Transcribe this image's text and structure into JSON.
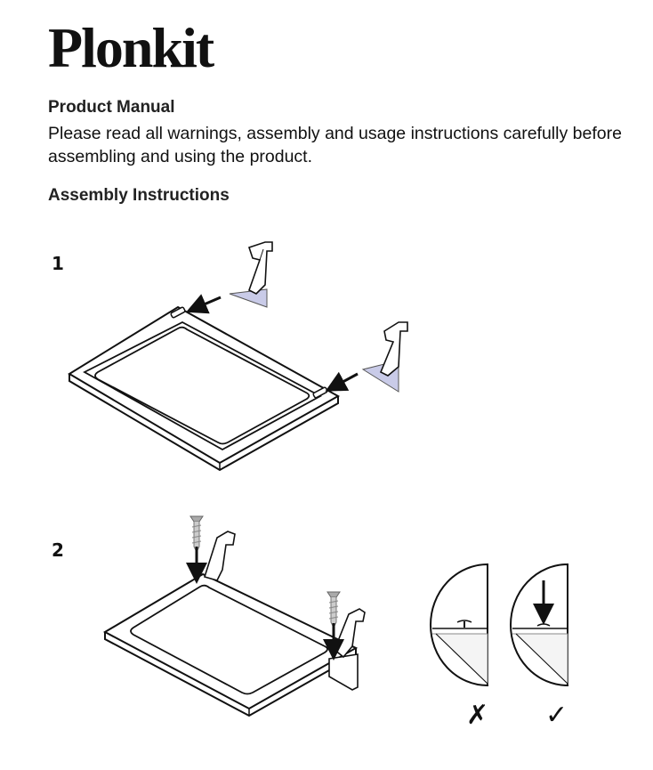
{
  "brand": {
    "name": "Plonkit"
  },
  "manual": {
    "title": "Product Manual",
    "intro": "Please read all warnings, assembly and usage instructions carefully before assembling and using the product."
  },
  "assembly": {
    "title": "Assembly Instructions",
    "steps": [
      {
        "number": "1"
      },
      {
        "number": "2"
      }
    ]
  },
  "marks": {
    "wrong": "✗",
    "correct": "✓"
  }
}
